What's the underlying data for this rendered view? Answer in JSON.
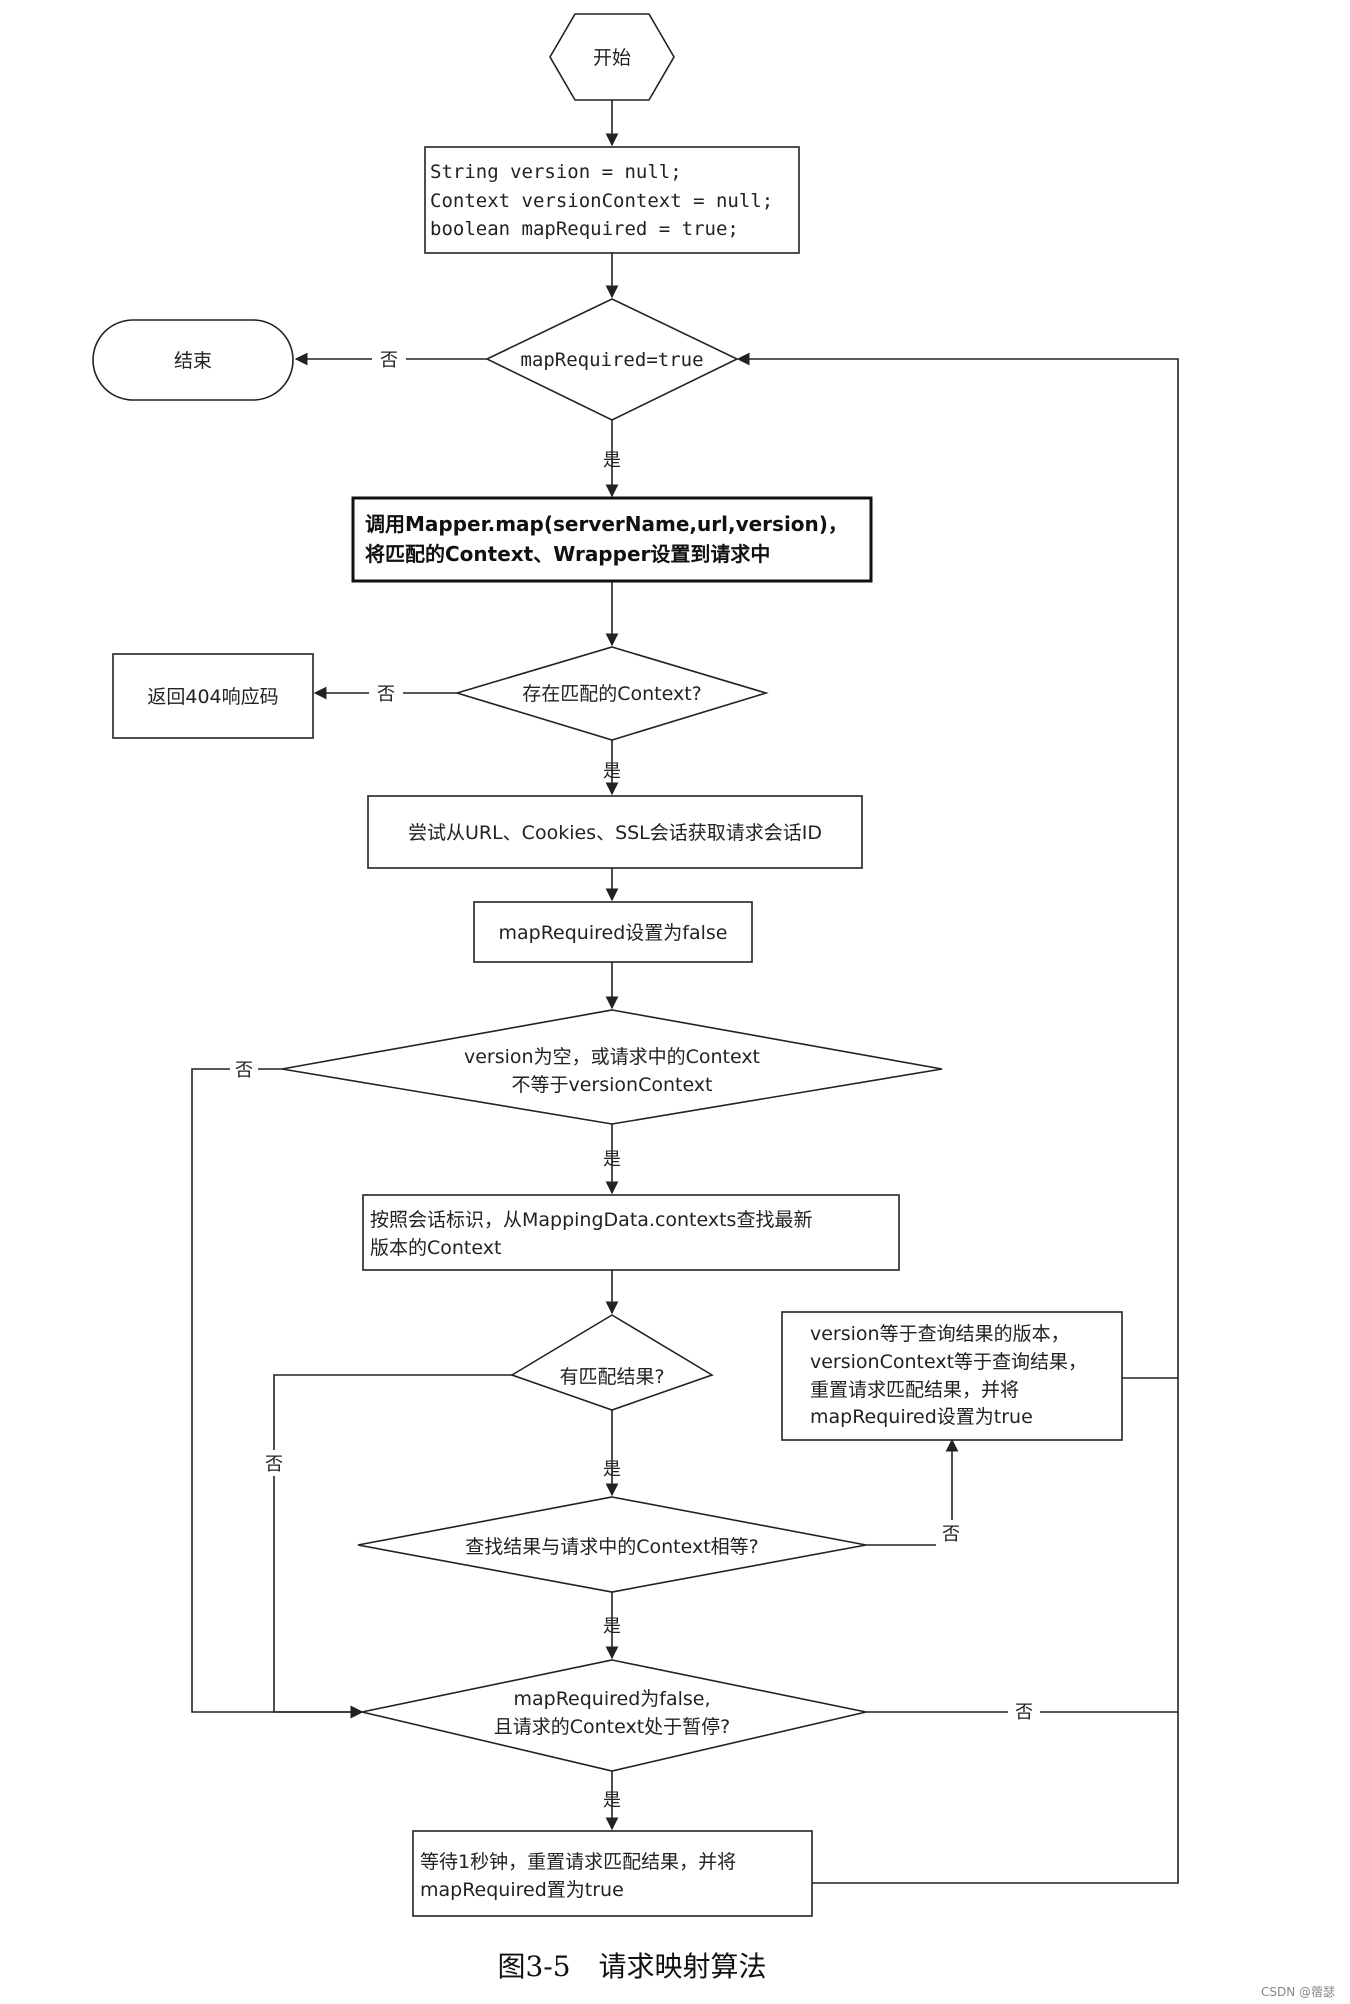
{
  "nodes": {
    "start": "开始",
    "init": [
      "String version = null;",
      "Context versionContext = null;",
      "boolean mapRequired = true;"
    ],
    "loop_check": "mapRequired=true",
    "end": "结束",
    "map_call": [
      "调用Mapper.map(serverName,url,version)，",
      "将匹配的Context、Wrapper设置到请求中"
    ],
    "context_exists": "存在匹配的Context?",
    "return_404": "返回404响应码",
    "session_id": "尝试从URL、Cookies、SSL会话获取请求会话ID",
    "set_false": "mapRequired设置为false",
    "version_check": [
      "version为空，或请求中的Context",
      "不等于versionContext"
    ],
    "lookup": [
      "按照会话标识，从MappingData.contexts查找最新",
      "版本的Context"
    ],
    "has_match": "有匹配结果?",
    "equal_check": "查找结果与请求中的Context相等?",
    "update_version": [
      "version等于查询结果的版本，",
      "versionContext等于查询结果，",
      "重置请求匹配结果，并将",
      "mapRequired设置为true"
    ],
    "paused_check": [
      "mapRequired为false,",
      "且请求的Context处于暂停?"
    ],
    "wait": [
      "等待1秒钟，重置请求匹配结果，并将",
      "mapRequired置为true"
    ]
  },
  "labels": {
    "yes": "是",
    "no": "否"
  },
  "caption": "图3-5　请求映射算法",
  "watermark": "CSDN @蓿瑟"
}
